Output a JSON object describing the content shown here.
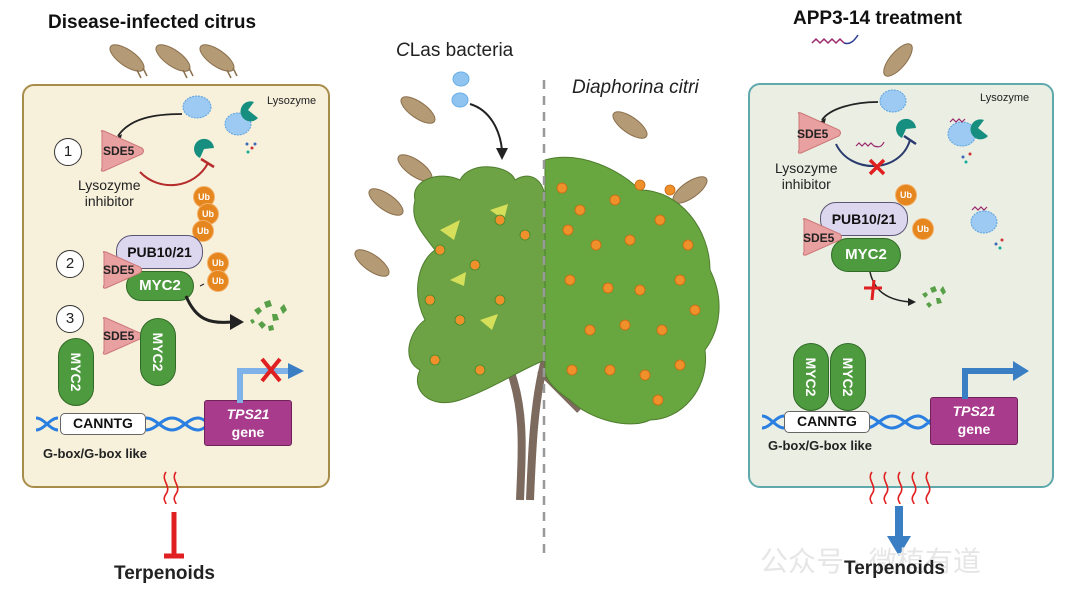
{
  "left_panel": {
    "title": "Disease-infected citrus",
    "step_numbers": [
      "1",
      "2",
      "3"
    ],
    "lysozyme_label": "Lysozyme",
    "sde5_label": "SDE5",
    "lysozyme_inhibitor_label": [
      "Lysozyme",
      "inhibitor"
    ],
    "ub_label": "Ub",
    "pub_label": "PUB10/21",
    "myc2_label": "MYC2",
    "canntg_label": "CANNTG",
    "gbox_label": "G-box/G-box like",
    "gene_label_italic": "TPS21",
    "gene_label": "gene",
    "output_label": "Terpenoids",
    "output_effect": "inhibited"
  },
  "center": {
    "bacteria_label_italic": "C",
    "bacteria_label_rest": "Las bacteria",
    "insect_label": "Diaphorina citri"
  },
  "right_panel": {
    "title": "APP3-14 treatment",
    "lysozyme_label": "Lysozyme",
    "sde5_label": "SDE5",
    "lysozyme_inhibitor_label": [
      "Lysozyme",
      "inhibitor"
    ],
    "ub_label": "Ub",
    "pub_label": "PUB10/21",
    "myc2_label": "MYC2",
    "canntg_label": "CANNTG",
    "gbox_label": "G-box/G-box like",
    "gene_label_italic": "TPS21",
    "gene_label": "gene",
    "output_label": "Terpenoids",
    "output_effect": "promoted"
  },
  "watermark": {
    "text": "公众号 · 微植有道"
  },
  "colors": {
    "left_panel_bg": "#f7f1dc",
    "left_panel_border": "#a88c4a",
    "right_panel_bg": "#eaeee3",
    "right_panel_border": "#5fa9ad",
    "sde5": "#e8a0a0",
    "myc2": "#4e9a3f",
    "pub": "#dcd6ef",
    "ub": "#e5861f",
    "gene": "#a83b8c",
    "inhibit_red": "#e02020",
    "promote_blue": "#3a7fc4",
    "lysozyme": "#178f80",
    "bacteria": "#8fc4f0"
  }
}
